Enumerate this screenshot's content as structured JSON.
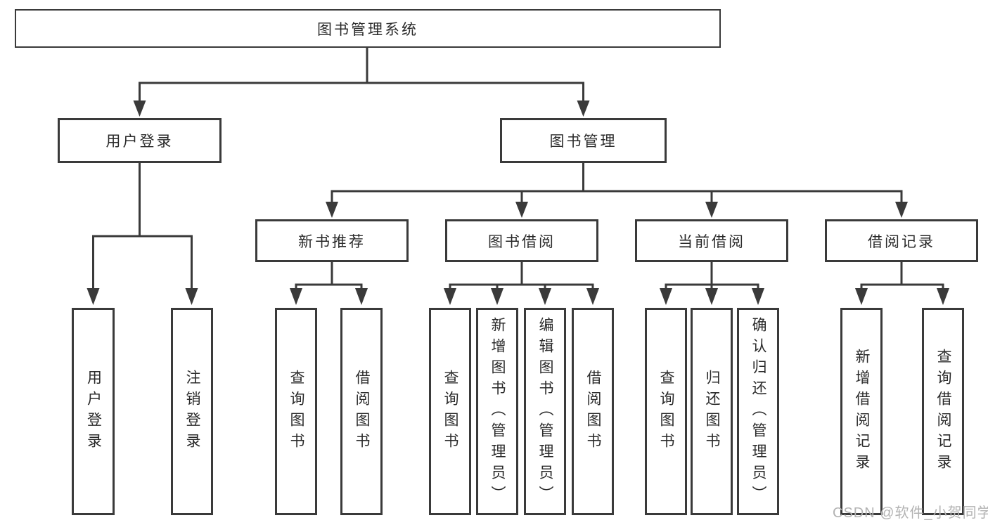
{
  "colors": {
    "line": "#3a3a3a",
    "box_border": "#3a3a3a",
    "text": "#2a2a2a",
    "background": "#ffffff",
    "watermark": "#b3b3b3"
  },
  "watermark": {
    "text": "CSDN @软件_小贺同学"
  },
  "tree": {
    "root": {
      "label": "图书管理系统",
      "children": [
        {
          "label": "用户登录",
          "children": [
            {
              "label": "用户登录"
            },
            {
              "label": "注销登录"
            }
          ]
        },
        {
          "label": "图书管理",
          "children": [
            {
              "label": "新书推荐",
              "children": [
                {
                  "label": "查询图书"
                },
                {
                  "label": "借阅图书"
                }
              ]
            },
            {
              "label": "图书借阅",
              "children": [
                {
                  "label": "查询图书"
                },
                {
                  "label": "新增图书（管理员）"
                },
                {
                  "label": "编辑图书（管理员）"
                },
                {
                  "label": "借阅图书"
                }
              ]
            },
            {
              "label": "当前借阅",
              "children": [
                {
                  "label": "查询图书"
                },
                {
                  "label": "归还图书"
                },
                {
                  "label": "确认归还（管理员）"
                }
              ]
            },
            {
              "label": "借阅记录",
              "children": [
                {
                  "label": "新增借阅记录"
                },
                {
                  "label": "查询借阅记录"
                }
              ]
            }
          ]
        }
      ]
    }
  }
}
